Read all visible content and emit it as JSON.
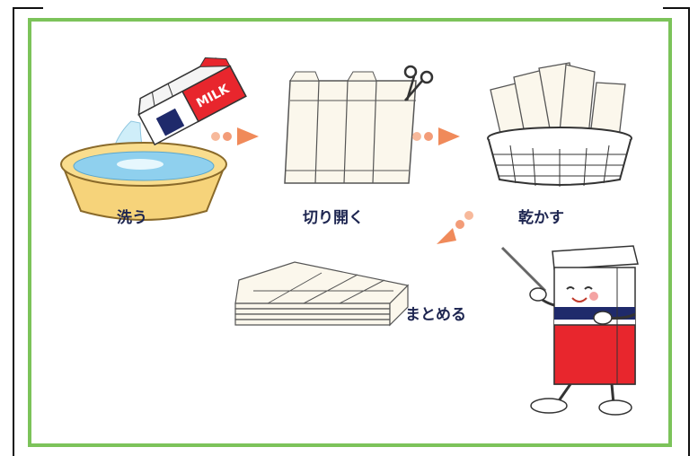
{
  "steps": {
    "wash": "洗う",
    "cut_open": "切り開く",
    "dry": "乾かす",
    "bundle": "まとめる"
  },
  "carton_text": "MILK",
  "colors": {
    "frame": "#7cc35a",
    "arrow": "#f08a5a",
    "label": "#1d2550",
    "carton_red": "#e8262d",
    "carton_navy": "#1f2a6b",
    "basin": "#f6d37a",
    "water": "#8fd0ee"
  },
  "icons": [
    "milk-carton-icon",
    "scissors-icon",
    "basket-icon",
    "carton-mascot-icon",
    "pointer-stick-icon"
  ]
}
